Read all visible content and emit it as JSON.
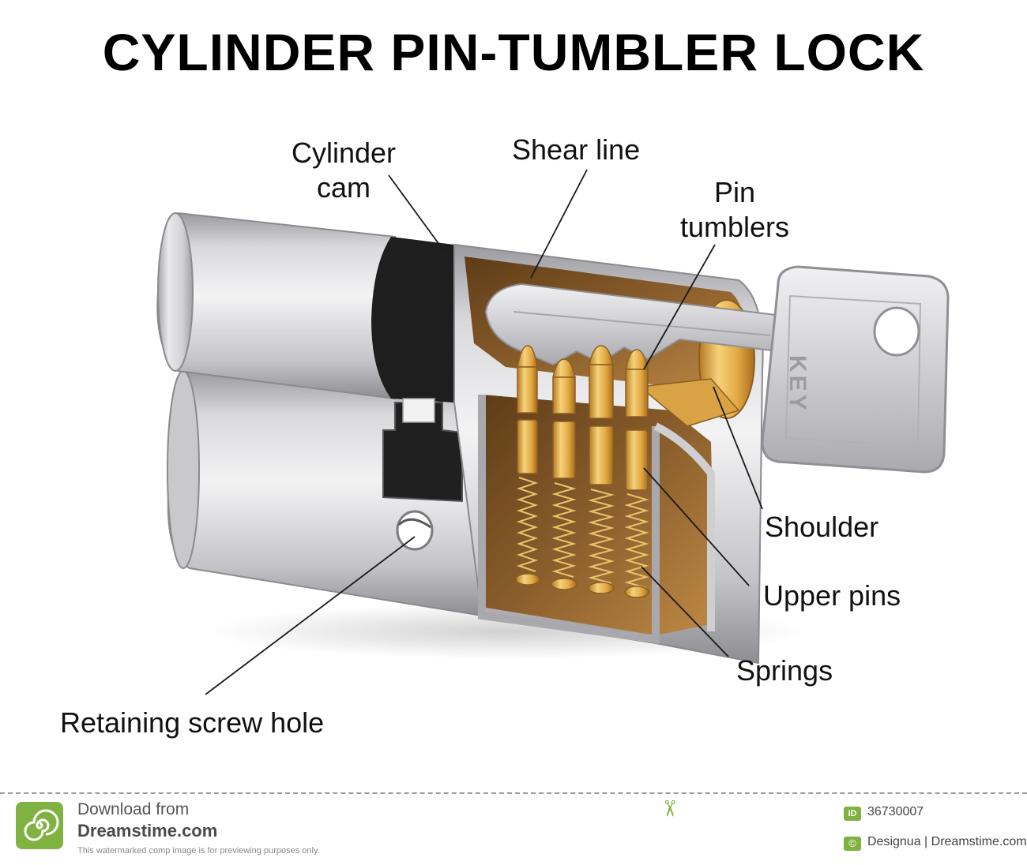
{
  "title": "CYLINDER PIN-TUMBLER LOCK",
  "labels": {
    "cylinder_cam_line1": "Cylinder",
    "cylinder_cam_line2": "cam",
    "shear_line": "Shear line",
    "pin_tumblers_line1": "Pin",
    "pin_tumblers_line2": "tumblers",
    "shoulder": "Shoulder",
    "upper_pins": "Upper pins",
    "springs": "Springs",
    "retaining_screw_hole": "Retaining screw hole",
    "key_text": "KEY"
  },
  "footer": {
    "download_text": "Download from",
    "brand": "Dreamstime.com",
    "note": "This watermarked comp image is for previewing purposes only.",
    "id_badge": "ID",
    "image_id": "36730007",
    "copyright_symbol": "©",
    "author": "Designua | Dreamstime.com"
  },
  "colors": {
    "metal_light": "#e6e6e8",
    "metal_mid": "#bdbdc1",
    "metal_dark": "#8f8f94",
    "brass": "#e6b24a",
    "brass_dark": "#b8812a",
    "cutaway_brown": "#7a5226",
    "cam_black": "#1e1e1e",
    "footer_green": "#7fb241"
  },
  "icons": {
    "footer_logo": "dreamstime-spiral-logo",
    "scissors": "scissors-icon"
  }
}
